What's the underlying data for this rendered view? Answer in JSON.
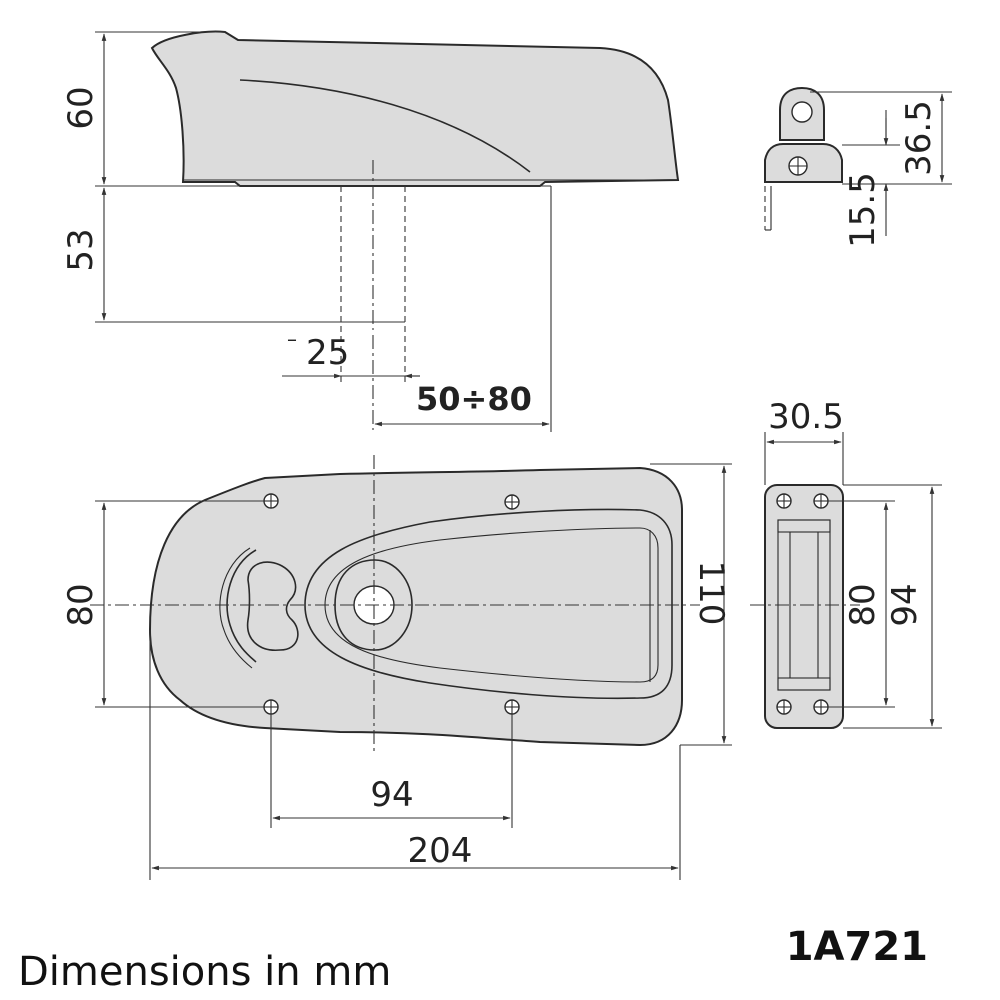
{
  "drawing": {
    "units_note": "Dimensions in mm",
    "model_code": "1A721"
  },
  "dimensions": {
    "side_height": "60",
    "projection_depth": "53",
    "bolt_diameter": "25",
    "backset": "50÷80",
    "end_height_top": "36.5",
    "end_height_bottom": "15.5",
    "plate_width": "30.5",
    "hole_spacing_vertical": "80",
    "body_width": "110",
    "hole_spacing_horizontal": "94",
    "body_length": "204",
    "plate_hole_spacing": "80",
    "plate_height": "94"
  },
  "colors": {
    "body": "#dcdcdc",
    "outline": "#2a2a2a",
    "background": "#ffffff"
  }
}
